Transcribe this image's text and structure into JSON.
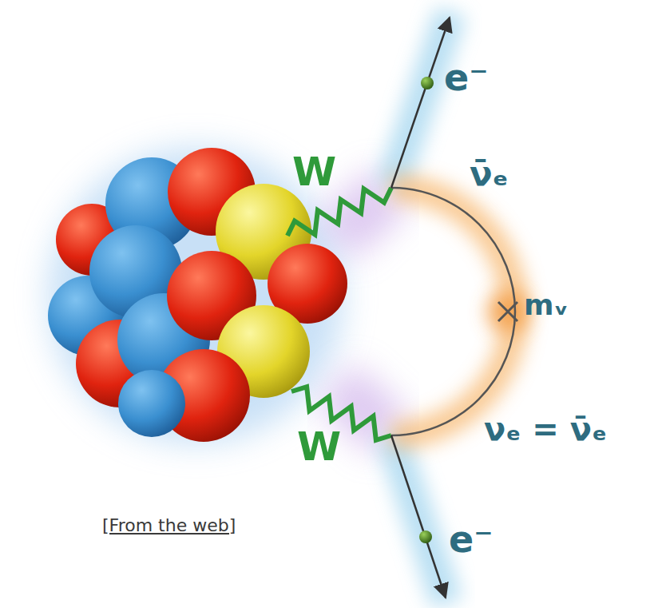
{
  "diagram": {
    "labels": [
      "e⁻",
      "W",
      "ν̄ₑ",
      "mᵥ",
      "W",
      "νₑ = ν̄ₑ",
      "e⁻",
      "[From the web]"
    ]
  }
}
